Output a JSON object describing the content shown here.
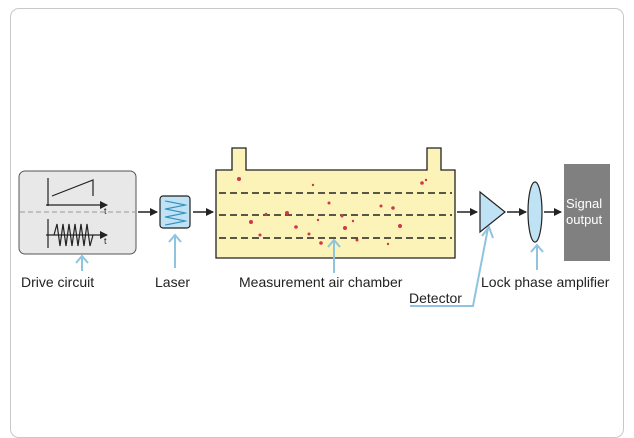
{
  "labels": {
    "drive_circuit": "Drive circuit",
    "laser": "Laser",
    "chamber": "Measurement air chamber",
    "detector": "Detector",
    "lock_phase": "Lock phase amplifier",
    "signal_line1": "Signal",
    "signal_line2": "output",
    "axis_t_top": "t",
    "axis_t_bottom": "t"
  },
  "colors": {
    "pointer": "#8fc3e0",
    "chamber_fill": "#fbf3b8",
    "drive_fill": "#e8e8e8",
    "laser_fill": "#bfe3f5",
    "detector_fill": "#bfe3f5",
    "signal_fill": "#808080",
    "particle": "#d0374a"
  }
}
